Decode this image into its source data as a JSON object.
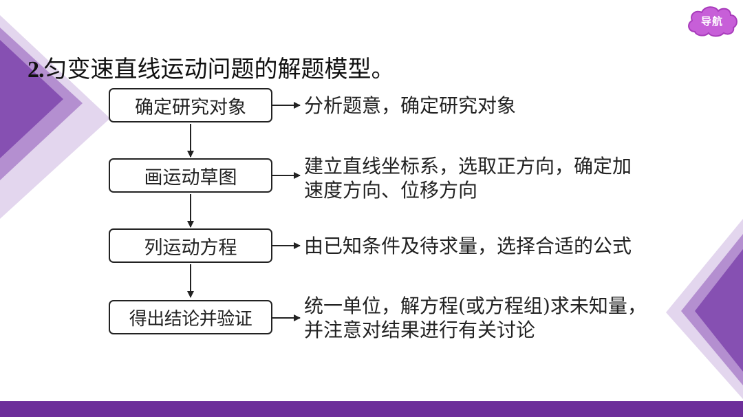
{
  "nav": {
    "label": "导航"
  },
  "heading": {
    "number": "2.",
    "text": "匀变速直线运动问题的解题模型。"
  },
  "steps": [
    {
      "box": "确定研究对象",
      "desc_lines": [
        "分析题意，确定研究对象"
      ]
    },
    {
      "box": "画运动草图",
      "desc_lines": [
        "建立直线坐标系，选取正方向，确定加",
        "速度方向、位移方向"
      ]
    },
    {
      "box": "列运动方程",
      "desc_lines": [
        "由已知条件及待求量，选择合适的公式"
      ]
    },
    {
      "box": "得出结论并验证",
      "desc_lines": [
        "统一单位，解方程(或方程组)求未知量，",
        "并注意对结果进行有关讨论"
      ]
    }
  ],
  "colors": {
    "accent_dark": "#6d2e9a",
    "accent_mid": "#8e5bb8",
    "accent_light": "#d9c8e8",
    "text": "#222222"
  }
}
